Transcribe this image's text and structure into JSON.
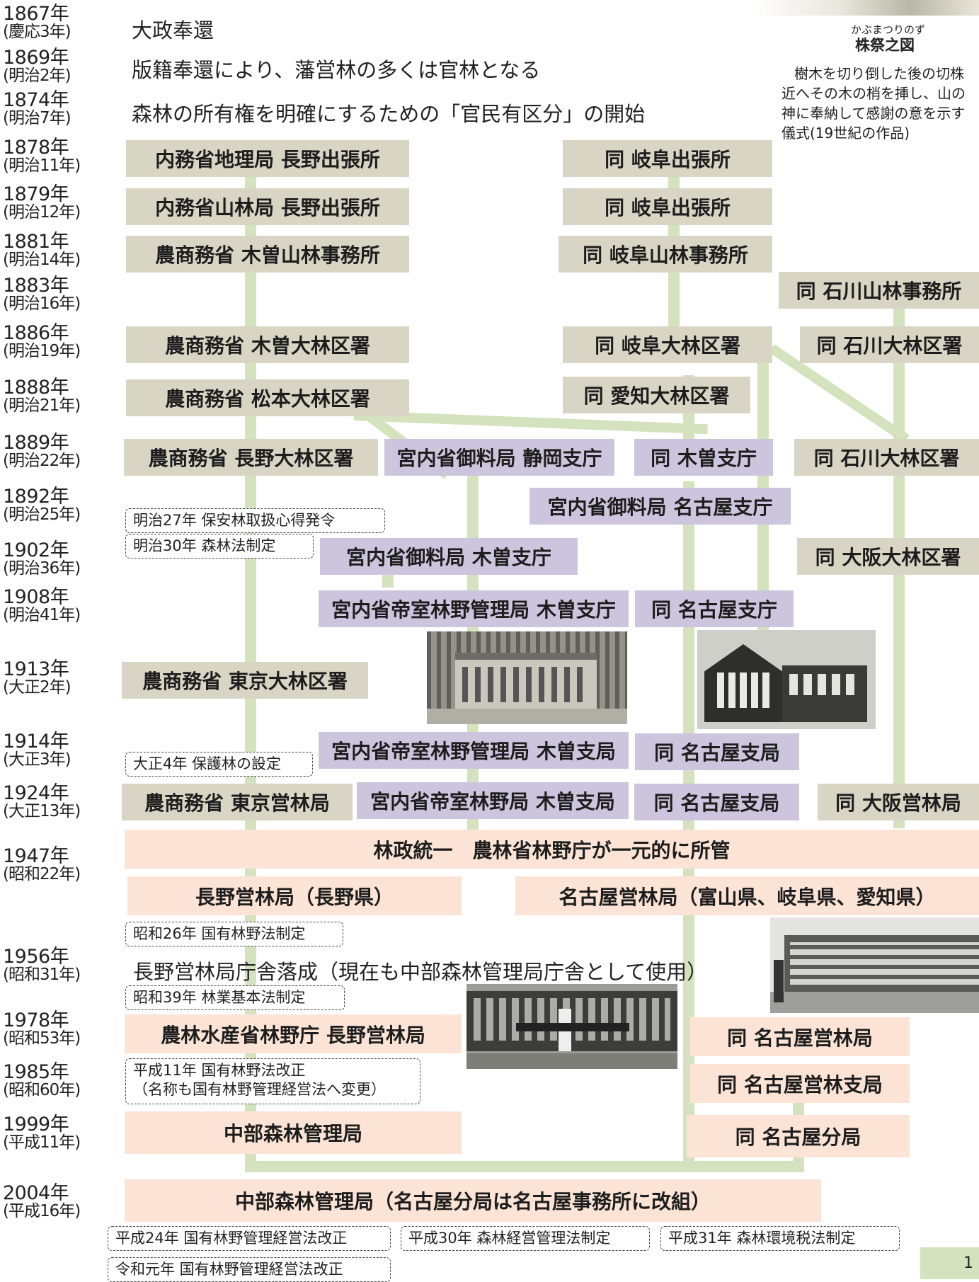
{
  "years": [
    {
      "y": "1867年",
      "e": "(慶応3年)"
    },
    {
      "y": "1869年",
      "e": "(明治2年)"
    },
    {
      "y": "1874年",
      "e": "(明治7年)"
    },
    {
      "y": "1878年",
      "e": "(明治11年)"
    },
    {
      "y": "1879年",
      "e": "(明治12年)"
    },
    {
      "y": "1881年",
      "e": "(明治14年)"
    },
    {
      "y": "1883年",
      "e": "(明治16年)"
    },
    {
      "y": "1886年",
      "e": "(明治19年)"
    },
    {
      "y": "1888年",
      "e": "(明治21年)"
    },
    {
      "y": "1889年",
      "e": "(明治22年)"
    },
    {
      "y": "1892年",
      "e": "(明治25年)"
    },
    {
      "y": "1902年",
      "e": "(明治36年)"
    },
    {
      "y": "1908年",
      "e": "(明治41年)"
    },
    {
      "y": "1913年",
      "e": "(大正2年)"
    },
    {
      "y": "1914年",
      "e": "(大正3年)"
    },
    {
      "y": "1924年",
      "e": "(大正13年)"
    },
    {
      "y": "1947年",
      "e": "(昭和22年)"
    },
    {
      "y": "1956年",
      "e": "(昭和31年)"
    },
    {
      "y": "1978年",
      "e": "(昭和53年)"
    },
    {
      "y": "1985年",
      "e": "(昭和60年)"
    },
    {
      "y": "1999年",
      "e": "(平成11年)"
    },
    {
      "y": "2004年",
      "e": "(平成16年)"
    }
  ],
  "events": [
    "大政奉還",
    "版籍奉還により、藩営林の多くは官林となる",
    "森林の所有権を明確にするための「官民有区分」の開始",
    "長野営林局庁舎落成（現在も中部森林管理局庁舎として使用）"
  ],
  "boxes": [
    "内務省地理局 長野出張所",
    "同 岐阜出張所",
    "内務省山林局 長野出張所",
    "同 岐阜出張所",
    "農商務省 木曽山林事務所",
    "同 岐阜山林事務所",
    "同 石川山林事務所",
    "農商務省 木曽大林区署",
    "同 岐阜大林区署",
    "同 石川大林区署",
    "農商務省 松本大林区署",
    "同 愛知大林区署",
    "農商務省 長野大林区署",
    "宮内省御料局 静岡支庁",
    "同 木曽支庁",
    "同 石川大林区署",
    "宮内省御料局 名古屋支庁",
    "宮内省御料局 木曽支庁",
    "同 大阪大林区署",
    "宮内省帝室林野管理局 木曽支庁",
    "同 名古屋支庁",
    "農商務省 東京大林区署",
    "宮内省帝室林野管理局 木曽支局",
    "同 名古屋支局",
    "農商務省 東京営林局",
    "宮内省帝室林野局 木曽支局",
    "同 名古屋支局",
    "同 大阪営林局",
    "林政統一　農林省林野庁が一元的に所管",
    "長野営林局（長野県）",
    "名古屋営林局（富山県、岐阜県、愛知県）",
    "農林水産省林野庁 長野営林局",
    "同 名古屋営林局",
    "同 名古屋営林支局",
    "中部森林管理局",
    "同 名古屋分局",
    "中部森林管理局（名古屋分局は名古屋事務所に改組）"
  ],
  "notes": [
    "明治27年 保安林取扱心得発令",
    "明治30年 森林法制定",
    "大正4年 保護林の設定",
    "昭和26年 国有林野法制定",
    "昭和39年 林業基本法制定",
    "平成11年 国有林野法改正",
    "（名称も国有林野管理経営法へ変更）",
    "平成24年 国有林野管理経営法改正",
    "平成30年 森林経営管理法制定",
    "平成31年 森林環境税法制定",
    "令和元年 国有林野管理経営法改正"
  ],
  "side": {
    "ruby": "かぶまつりのず",
    "title": "株祭之図",
    "lines": [
      "樹木を切り倒した後の切株",
      "近へその木の梢を挿し、山の",
      "神に奉納して感謝の意を示す",
      "儀式(19世紀の作品)"
    ]
  },
  "page_number": "1",
  "colors": {
    "gray": "#d8d5c5",
    "purple": "#cdc5de",
    "peach": "#fbe4d6",
    "line": "#d4e2bd"
  }
}
